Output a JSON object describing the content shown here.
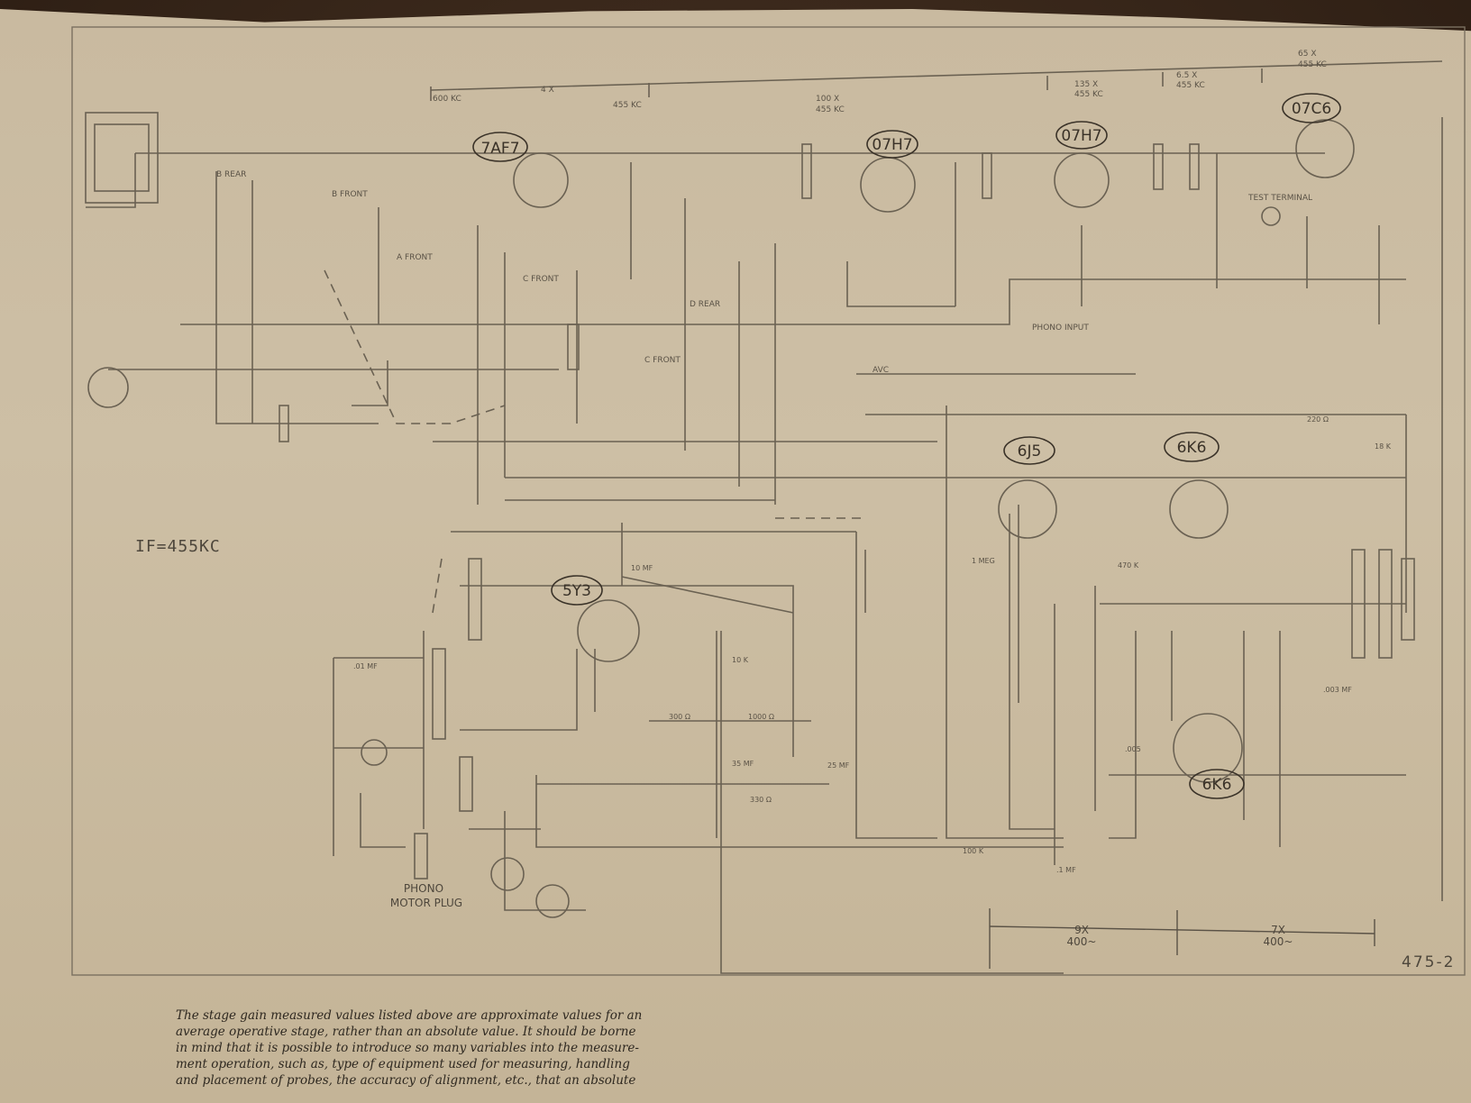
{
  "diagram": {
    "if_note": "IF=455KC",
    "tubes": {
      "converter": "7AF7",
      "if_amp_1": "07H7",
      "if_amp_2": "07H7",
      "output_top": "07C6",
      "audio_driver": "6J5",
      "output_1": "6K6",
      "output_2": "6K6",
      "rectifier": "5Y3"
    },
    "top_scale": {
      "left_freq": "600 KC",
      "stage1_gain": "4 X",
      "stage1_freq": "455 KC",
      "stage2_gain": "100 X",
      "stage2_freq": "455 KC",
      "stage3_gain": "135 X",
      "stage3_freq": "455 KC",
      "stage4_gain": "6.5 X",
      "stage4_freq": "455 KC",
      "stage5_gain": "65 X",
      "stage5_freq": "455 KC"
    },
    "bottom_scale": {
      "left_gain": "9X",
      "left_freq": "400~",
      "right_gain": "7X",
      "right_freq": "400~"
    },
    "switch_labels": [
      "B REAR",
      "B FRONT",
      "A FRONT",
      "C FRONT",
      "C FRONT",
      "D REAR"
    ],
    "signal_labels": [
      "AVC",
      "TEST TERMINAL",
      "PHONO INPUT"
    ],
    "values": [
      "10 MF",
      "10 K",
      "300 Ω",
      "1000 Ω",
      "35 MF",
      "25 MF",
      "330 Ω",
      "100 K",
      ".1 MF",
      ".01 MF",
      "470 K",
      "1 MEG",
      "220 Ω",
      "18 K",
      ".003 MF",
      ".005"
    ],
    "phono_motor_plug": [
      "PHONO",
      "MOTOR PLUG"
    ],
    "page_number": "475-2"
  },
  "caption_lines": [
    "The stage gain measured values listed above are approximate values for an",
    "average operative stage, rather than an absolute value. It should be borne",
    "in mind that it is possible to introduce so many variables into the measure-",
    "ment operation, such as, type of equipment used for measuring, handling",
    "and placement of probes, the accuracy of alignment, etc., that an absolute"
  ],
  "colors": {
    "paper": "#c9baa0",
    "ink": "#6a6152",
    "dark_ink": "#2e2820",
    "backdrop": "#2a1c12"
  }
}
